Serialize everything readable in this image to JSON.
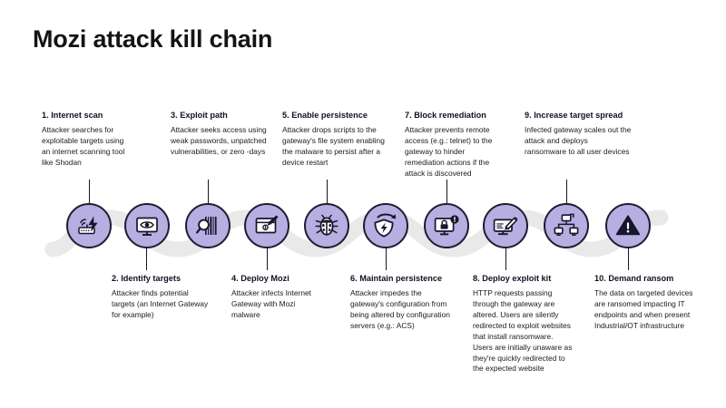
{
  "title": "Mozi attack kill chain",
  "colors": {
    "node_fill": "#b7aee2",
    "node_border": "#1d1d33",
    "wave": "#e9e9e9",
    "text": "#161616",
    "background": "#ffffff"
  },
  "steps": [
    {
      "number": "1.",
      "title": "1. Internet scan",
      "body": "Attacker searches for exploitable targets using an internet scanning tool like Shodan",
      "icon": "router-lightning-icon",
      "position": "above"
    },
    {
      "number": "2.",
      "title": "2. Identify targets",
      "body": "Attacker finds potential targets (an Internet Gateway for example)",
      "icon": "monitor-eye-icon",
      "position": "below"
    },
    {
      "number": "3.",
      "title": "3. Exploit path",
      "body": "Attacker seeks access using weak passwords, unpatched vulnerabilities, or zero -days",
      "icon": "magnifier-barcode-icon",
      "position": "above"
    },
    {
      "number": "4.",
      "title": "4. Deploy Mozi",
      "body": "Attacker infects Internet Gateway with Mozi malware",
      "icon": "browser-pen-icon",
      "position": "below"
    },
    {
      "number": "5.",
      "title": "5. Enable persistence",
      "body": "Attacker drops scripts to the gateway's file system enabling the malware to persist after a device  restart",
      "icon": "bug-icon",
      "position": "above"
    },
    {
      "number": "6.",
      "title": "6. Maintain persistence",
      "body": "Attacker impedes  the gateway's configuration from being altered by configuration servers (e.g.: ACS)",
      "icon": "shield-refresh-icon",
      "position": "below"
    },
    {
      "number": "7.",
      "title": "7. Block remediation",
      "body": "Attacker prevents remote access (e.g.: telnet) to the gateway to hinder remediation actions if the attack is discovered",
      "icon": "monitor-lock-alert-icon",
      "position": "above"
    },
    {
      "number": "8.",
      "title": "8. Deploy exploit kit",
      "body": "HTTP requests passing through the gateway are altered. Users are silently redirected to exploit websites that install ransomware. Users are initially unaware as they're quickly redirected to the expected website",
      "icon": "monitor-signature-icon",
      "position": "below"
    },
    {
      "number": "9.",
      "title": "9. Increase target spread",
      "body": "Infected gateway scales out the attack and deploys ransomware to all user devices",
      "icon": "network-spread-icon",
      "position": "above"
    },
    {
      "number": "10.",
      "title": "10. Demand ransom",
      "body": "The data on targeted devices are ransomed impacting IT endpoints and when present Industrial/OT infrastructure",
      "icon": "warning-triangle-icon",
      "position": "below"
    }
  ]
}
